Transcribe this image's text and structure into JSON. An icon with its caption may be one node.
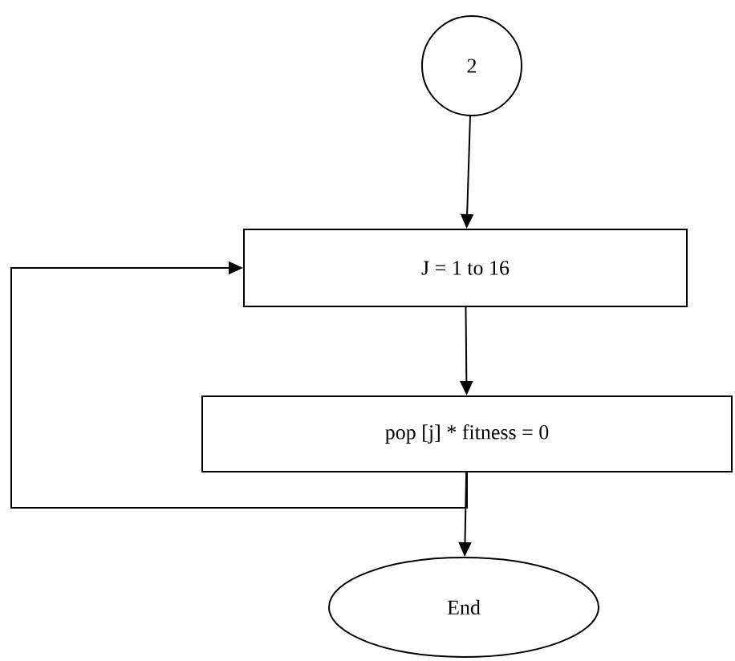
{
  "diagram": {
    "nodes": [
      {
        "text": [
          "2"
        ]
      },
      {
        "text": [
          "J = 1 to 16"
        ]
      },
      {
        "text": [
          "pop [j] * fitness = 0"
        ]
      },
      {
        "text": [
          "End"
        ]
      }
    ],
    "edges": [
      {
        "from": 0,
        "to": 1,
        "arrow": "to"
      },
      {
        "from": 1,
        "to": 2,
        "arrow": "to"
      },
      {
        "from": 2,
        "to": 3,
        "arrow": "to"
      },
      {
        "from": 2,
        "to": 1,
        "arrow": "to"
      }
    ]
  }
}
